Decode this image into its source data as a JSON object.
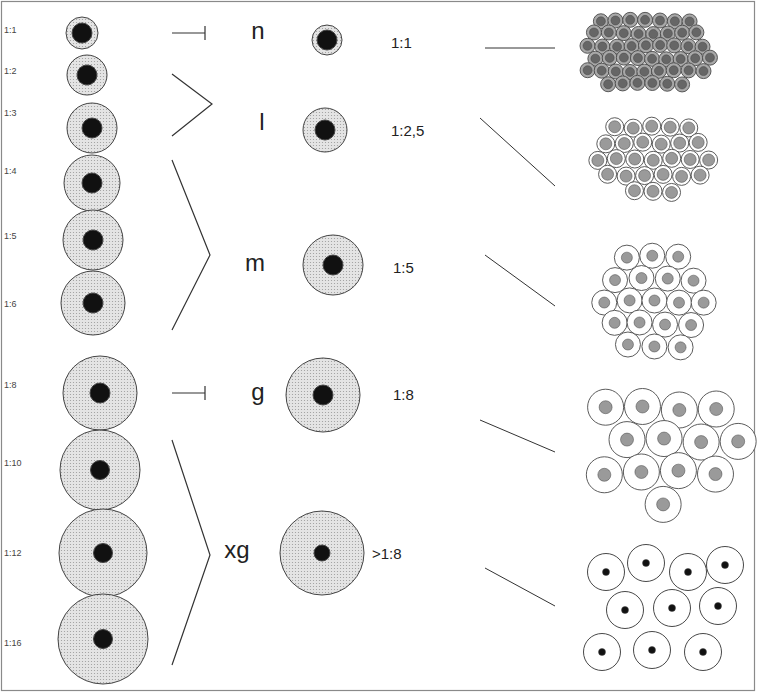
{
  "diagram": {
    "labels": [
      "1:1",
      "1:2",
      "1:3",
      "1:4",
      "1:5",
      "1:6",
      "1:8",
      "1:10",
      "1:12",
      "1:16",
      "n",
      "1:1",
      "l",
      "1:2,5",
      "m",
      "1:5",
      "g",
      "1:8",
      "xg",
      ">1:8"
    ]
  }
}
